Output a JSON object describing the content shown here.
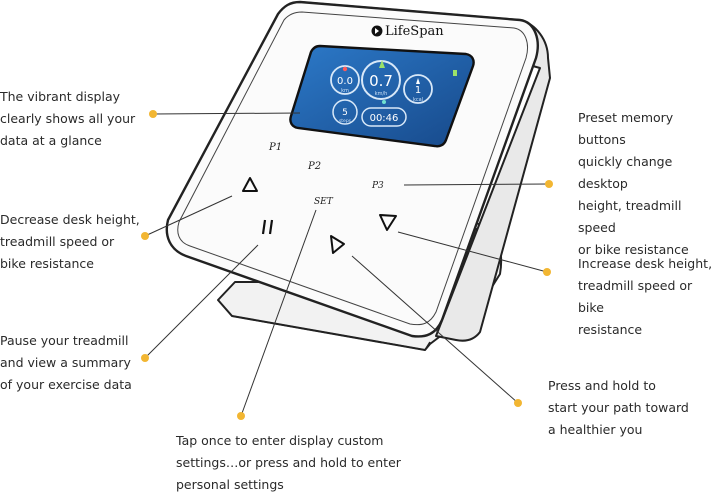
{
  "brand": {
    "name": "LifeSpan"
  },
  "screen": {
    "speed_value": "0.7",
    "speed_unit": "km/h",
    "distance_value": "0.0",
    "distance_unit": "km",
    "calories_value": "1",
    "calories_unit": "kcal",
    "steps_value": "5",
    "steps_unit": "steps",
    "time_value": "00:46"
  },
  "buttons": {
    "p1": "P1",
    "p2": "P2",
    "p3": "P3",
    "set": "SET"
  },
  "callouts": {
    "display": "The vibrant display\nclearly shows all your\ndata at a glance",
    "decrease": "Decrease desk height,\ntreadmill speed or\nbike resistance",
    "pause": "Pause your treadmill\nand view a summary\nof your exercise data",
    "set": "Tap once to enter display custom\nsettings…or press and hold to enter\npersonal settings",
    "preset": "Preset memory buttons\nquickly change desktop\nheight, treadmill speed\nor bike resistance",
    "increase": "Increase desk height,\ntreadmill speed or bike\nresistance",
    "start": "Press and hold to\nstart your path toward\na healthier you"
  },
  "colors": {
    "callout_dot": "#f2b632",
    "screen_bg": "#1f5fa8",
    "screen_ring": "#d8e8f8",
    "device_outline": "#222222"
  }
}
